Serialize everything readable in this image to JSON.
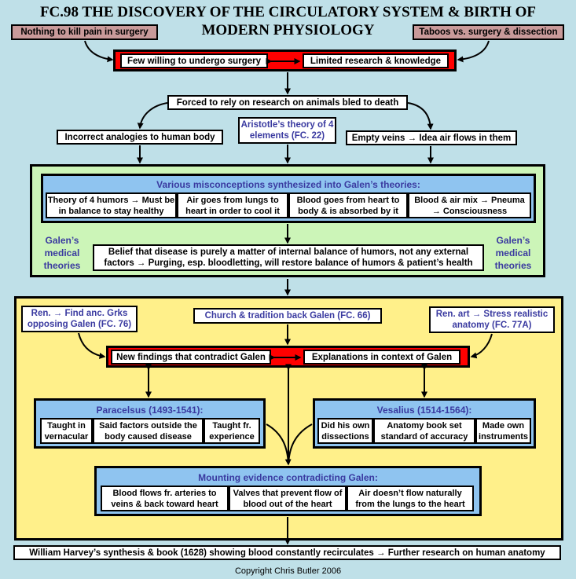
{
  "title_line1": "FC.98 THE DISCOVERY OF THE CIRCULATORY SYSTEM & BIRTH OF",
  "title_line2": "MODERN PHYSIOLOGY",
  "top_left": "Nothing to kill pain in surgery",
  "top_right": "Taboos vs. surgery & dissection",
  "red_left": "Few willing to undergo surgery",
  "red_right": "Limited research & knowledge",
  "forced": "Forced to rely on research on animals bled to death",
  "aristotle": "Aristotle’s theory of 4 elements (FC. 22)",
  "incorrect": "Incorrect analogies to human body",
  "empty_veins": "Empty veins → Idea air flows in them",
  "galen_heading": "Various misconceptions synthesized into Galen’s theories:",
  "galen_cells": [
    "Theory of 4 humors → Must be in balance to stay healthy",
    "Air goes from lungs to heart in order to cool it",
    "Blood goes from heart to body & is absorbed by it",
    "Blood & air mix → Pneuma → Consciousness"
  ],
  "galen_side_label": "Galen’s medical theories",
  "belief": "Belief that disease is purely a matter of internal balance of humors, not any external factors → Purging, esp. bloodletting, will restore balance of humors & patient’s health",
  "ren_left": "Ren. → Find anc. Grks opposing Galen (FC. 76)",
  "church": "Church & tradition back Galen (FC. 66)",
  "ren_right": "Ren. art → Stress realistic anatomy (FC. 77A)",
  "new_findings": "New findings that contradict Galen",
  "explanations": "Explanations in context of Galen",
  "paracelsus_heading": "Paracelsus (1493-1541):",
  "paracelsus_cells": [
    "Taught in vernacular",
    "Said factors outside the body caused disease",
    "Taught fr. experience"
  ],
  "vesalius_heading": "Vesalius (1514-1564):",
  "vesalius_cells": [
    "Did his own dissections",
    "Anatomy book set standard of accuracy",
    "Made own instruments"
  ],
  "mounting_heading": "Mounting evidence contradicting Galen:",
  "mounting_cells": [
    "Blood flows fr. arteries to veins & back toward heart",
    "Valves that prevent flow of blood out of the heart",
    "Air doesn’t flow naturally from the lungs to the heart"
  ],
  "harvey": "William Harvey’s synthesis & book (1628) showing blood constantly recirculates → Further research on human anatomy",
  "copyright": "Copyright Chris Butler 2006"
}
